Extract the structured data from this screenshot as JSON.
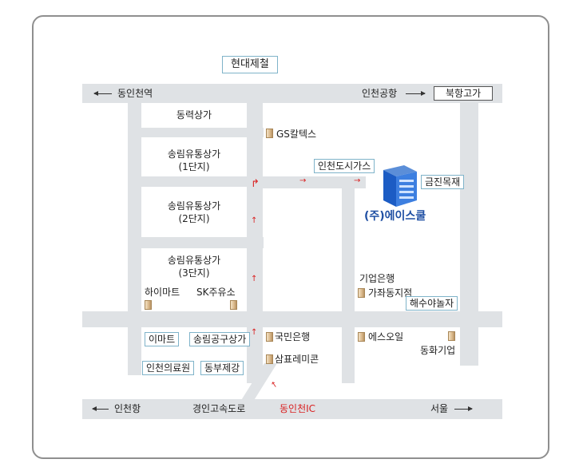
{
  "top_label": "현대제철",
  "top_road": {
    "left": "동인천역",
    "right": "인천공항",
    "overpass": "북항고가"
  },
  "bottom_road": {
    "left": "인천항",
    "center": "경인고속도로",
    "ic": "동인천IC",
    "right": "서울"
  },
  "blocks": {
    "donglyeok": "동력상가",
    "songrim1_l1": "송림유통상가",
    "songrim1_l2": "(1단지)",
    "songrim2_l1": "송림유통상가",
    "songrim2_l2": "(2단지)",
    "songrim3_l1": "송림유통상가",
    "songrim3_l2": "(3단지)"
  },
  "places": {
    "gs": "GS칼텍스",
    "incheon_gas": "인천도시가스",
    "geumjin": "금진목재",
    "company": "(주)에이스쿨",
    "ibk_l1": "기업은행",
    "ibk_l2": "가좌동지점",
    "haesoo": "해수야놀자",
    "himart": "하이마트",
    "sk": "SK주유소",
    "emart": "이마트",
    "songrim_tools": "송림공구상가",
    "kookmin": "국민은행",
    "sampyo": "삼표레미콘",
    "s_oil": "에스오일",
    "donghwa": "동화기업",
    "incheon_medical": "인천의료원",
    "dongbu": "동부제강"
  },
  "colors": {
    "road": "#dfe2e5",
    "frame": "#8f8f8f",
    "accent_red": "#d92020",
    "company_blue": "#1f4fa3",
    "box_border": "#7fb3c9"
  }
}
